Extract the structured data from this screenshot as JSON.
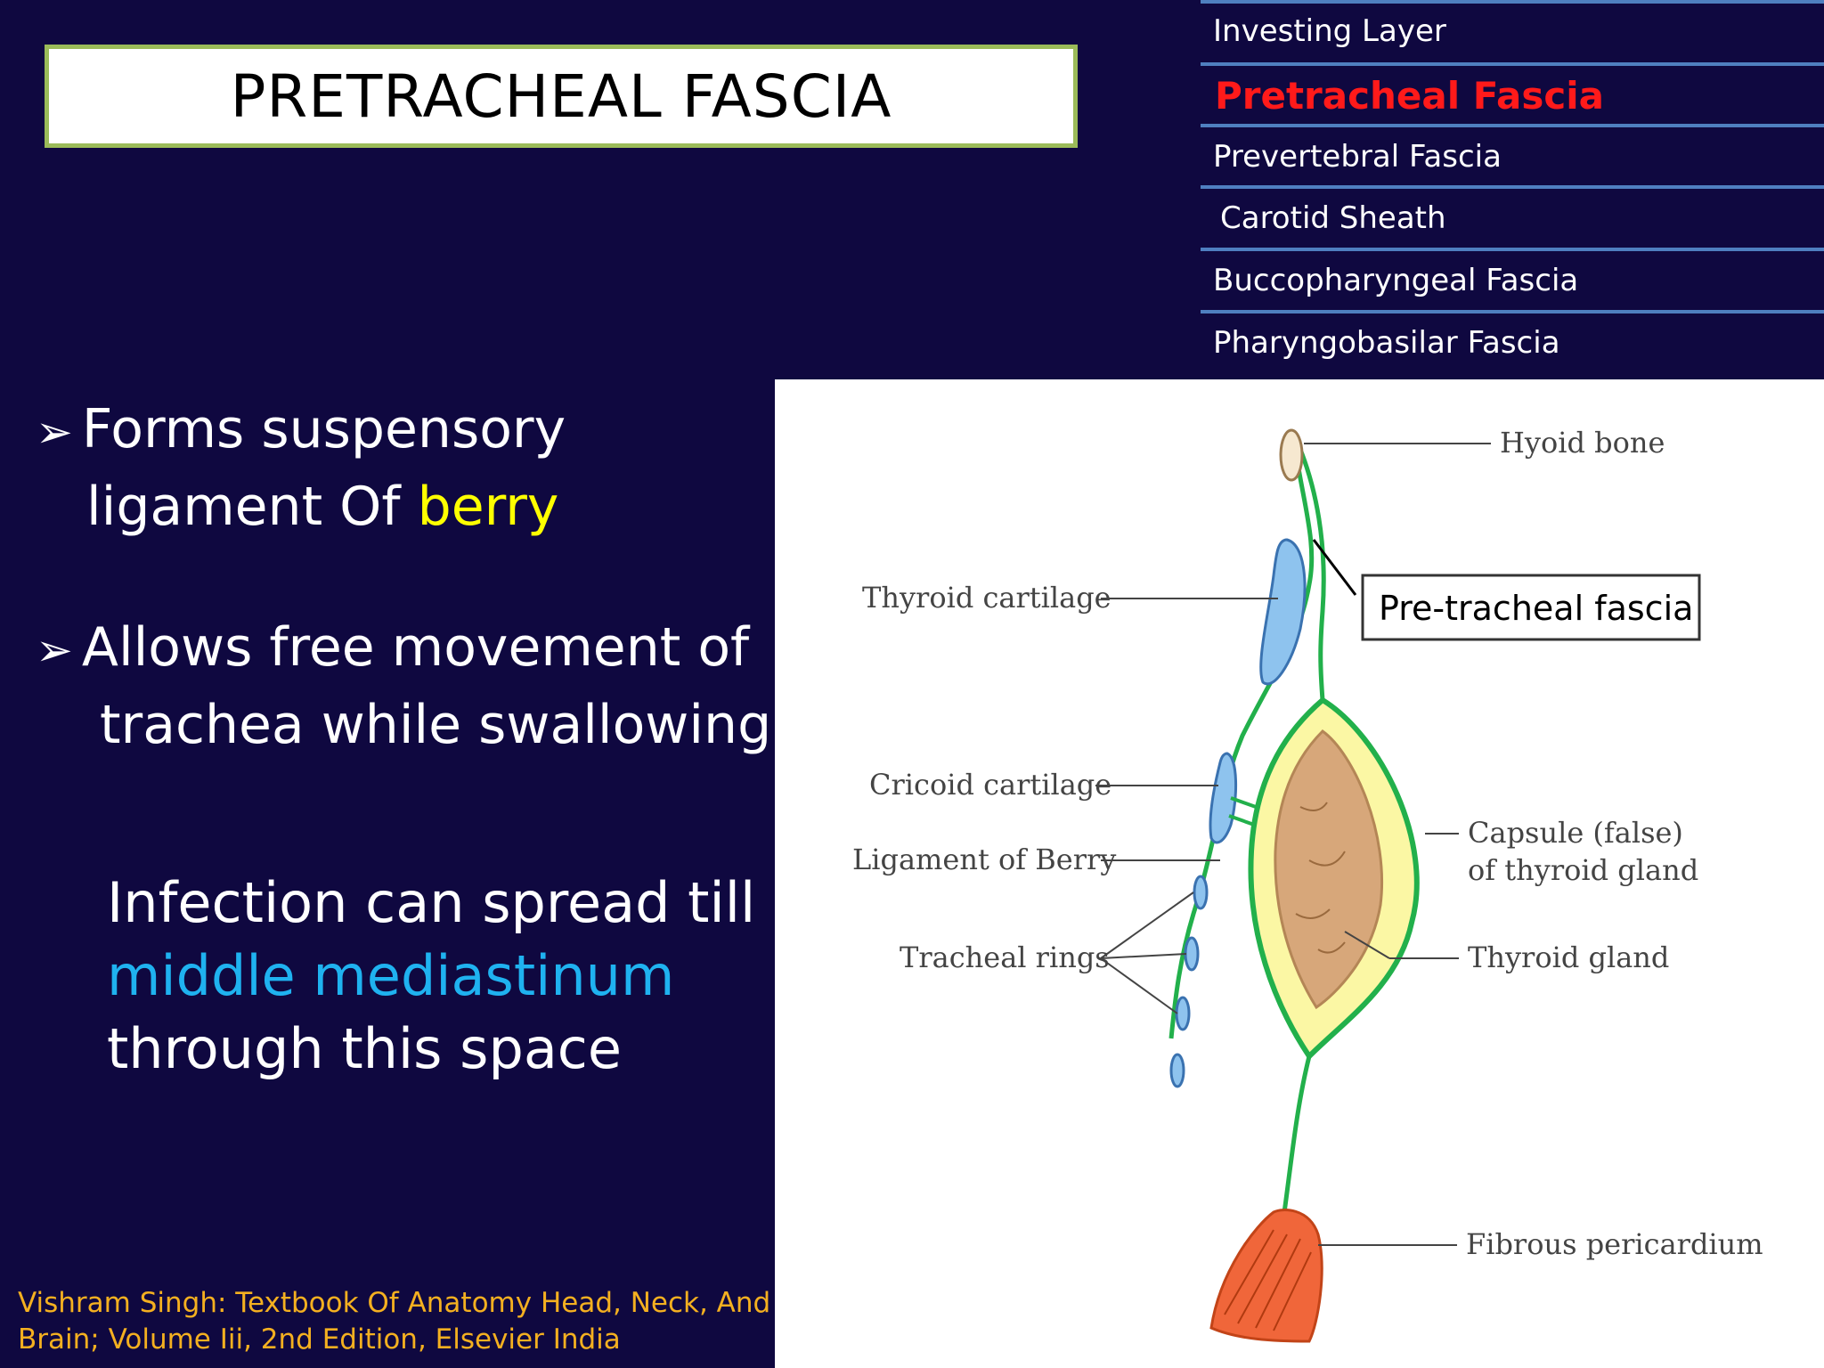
{
  "slide": {
    "title": "PRETRACHEAL FASCIA",
    "nav_items": [
      {
        "label": "Investing Layer"
      },
      {
        "label": "Pretracheal Fascia"
      },
      {
        "label": "Prevertebral Fascia"
      },
      {
        "label": "Carotid Sheath"
      },
      {
        "label": "Buccopharyngeal Fascia"
      },
      {
        "label": "Pharyngobasilar Fascia"
      }
    ],
    "bullet1": {
      "line1": "Forms suspensory",
      "line2_prefix": "ligament Of ",
      "line2_highlight": "berry"
    },
    "bullet2": {
      "line1": "Allows free movement of",
      "line2": "trachea while swallowing"
    },
    "infection": {
      "line1": "Infection can spread till",
      "line2": "middle mediastinum",
      "line3": "through this space"
    },
    "citation": {
      "line1": "Vishram Singh: Textbook Of Anatomy Head, Neck, And",
      "line2": "Brain; Volume Iii, 2nd Edition, Elsevier India"
    }
  },
  "figure": {
    "labels": {
      "hyoid": "Hyoid bone",
      "fascia": "Pre-tracheal fascia",
      "thyroid_cartilage": "Thyroid cartilage",
      "cricoid": "Cricoid cartilage",
      "berry": "Ligament of Berry",
      "rings": "Tracheal rings",
      "capsule_1": "Capsule (false)",
      "capsule_2": "of thyroid gland",
      "thyroid_gland": "Thyroid gland",
      "pericardium": "Fibrous pericardium"
    }
  },
  "colors": {
    "background": "#0f0840",
    "nav_border": "#4f7fc0",
    "active_nav": "#ff1a1a",
    "highlight_yellow": "#ffff00",
    "highlight_blue": "#1fb2f0",
    "citation": "#f4b020",
    "title_border": "#9bbb59"
  }
}
